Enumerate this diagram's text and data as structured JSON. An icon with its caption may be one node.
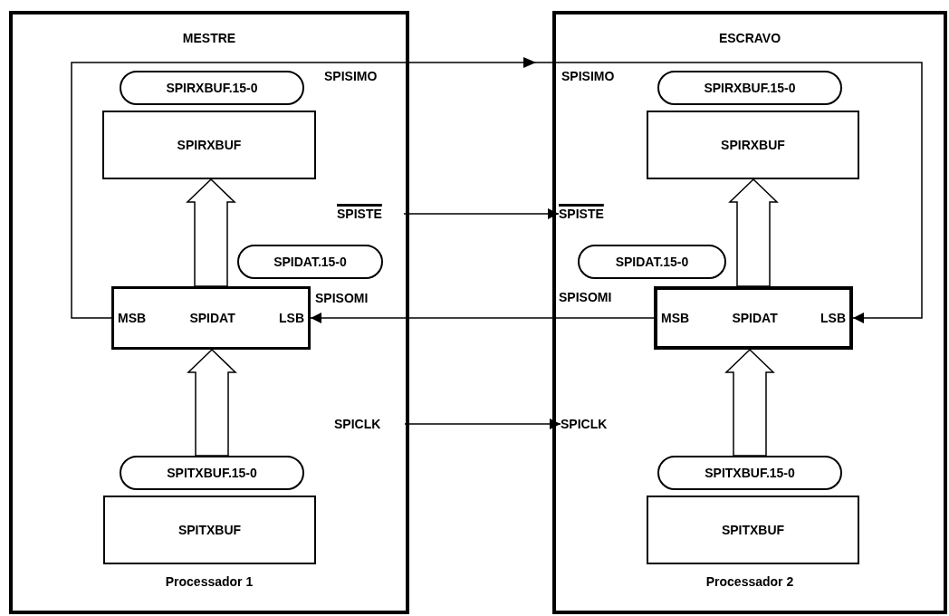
{
  "diagram": {
    "nodes": [
      {
        "text": [
          "MESTRE",
          "Processador 1"
        ]
      },
      {
        "text": [
          "SPIRXBUF.15-0"
        ],
        "in": 0
      },
      {
        "text": [
          "SPIRXBUF"
        ],
        "in": 0
      },
      {
        "text": [
          "SPISTE"
        ],
        "in": 0
      },
      {
        "text": [
          "SPIDAT.15-0"
        ],
        "in": 0
      },
      {
        "text": [
          "MSB",
          "SPIDAT",
          "LSB"
        ],
        "in": 0
      },
      {
        "text": [
          "SPICLK"
        ],
        "in": 0
      },
      {
        "text": [
          "SPITXBUF.15-0"
        ],
        "in": 0
      },
      {
        "text": [
          "SPITXBUF"
        ],
        "in": 0
      },
      {
        "text": [
          "ESCRAVO",
          "Processador 2"
        ]
      },
      {
        "text": [
          "SPIRXBUF.15-0"
        ],
        "in": 9
      },
      {
        "text": [
          "SPIRXBUF"
        ],
        "in": 9
      },
      {
        "text": [
          "SPISTE"
        ],
        "in": 9
      },
      {
        "text": [
          "SPIDAT.15-0"
        ],
        "in": 9
      },
      {
        "text": [
          "MSB",
          "SPIDAT",
          "LSB"
        ],
        "in": 9
      },
      {
        "text": [
          "SPICLK"
        ],
        "in": 9
      },
      {
        "text": [
          "SPITXBUF.15-0"
        ],
        "in": 9
      },
      {
        "text": [
          "SPITXBUF"
        ],
        "in": 9
      }
    ],
    "edges": [
      {
        "from": 5,
        "to": 14,
        "arrow": "to"
      },
      {
        "from": 14,
        "to": 5,
        "arrow": "to"
      },
      {
        "from": 3,
        "to": 12,
        "arrow": "to"
      },
      {
        "from": 6,
        "to": 15,
        "arrow": "to"
      },
      {
        "from": 5,
        "to": 2,
        "arrow": "to",
        "style": "thick"
      },
      {
        "from": 7,
        "to": 5,
        "arrow": "to",
        "style": "thick"
      },
      {
        "from": 14,
        "to": 11,
        "arrow": "to",
        "style": "thick"
      },
      {
        "from": 16,
        "to": 14,
        "arrow": "to",
        "style": "thick"
      }
    ],
    "labels": [
      "SPISIMO",
      "SPISIMO",
      "SPISOMI",
      "SPISOMI"
    ]
  }
}
